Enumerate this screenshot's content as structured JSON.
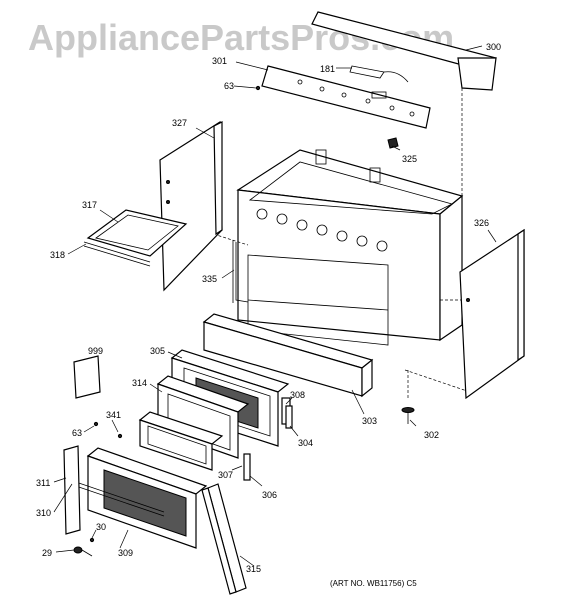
{
  "watermark": "AppliancePartsPros.com",
  "art_number": "(ART NO. WB11756)  C5",
  "callouts": {
    "p300": "300",
    "p301": "301",
    "p181": "181",
    "p63a": "63",
    "p327": "327",
    "p325": "325",
    "p317": "317",
    "p318": "318",
    "p326": "326",
    "p335": "335",
    "p999": "999",
    "p305": "305",
    "p314": "314",
    "p308": "308",
    "p303": "303",
    "p302": "302",
    "p304": "304",
    "p341": "341",
    "p63b": "63",
    "p311": "311",
    "p307": "307",
    "p306": "306",
    "p310": "310",
    "p30": "30",
    "p309": "309",
    "p29": "29",
    "p315": "315"
  }
}
